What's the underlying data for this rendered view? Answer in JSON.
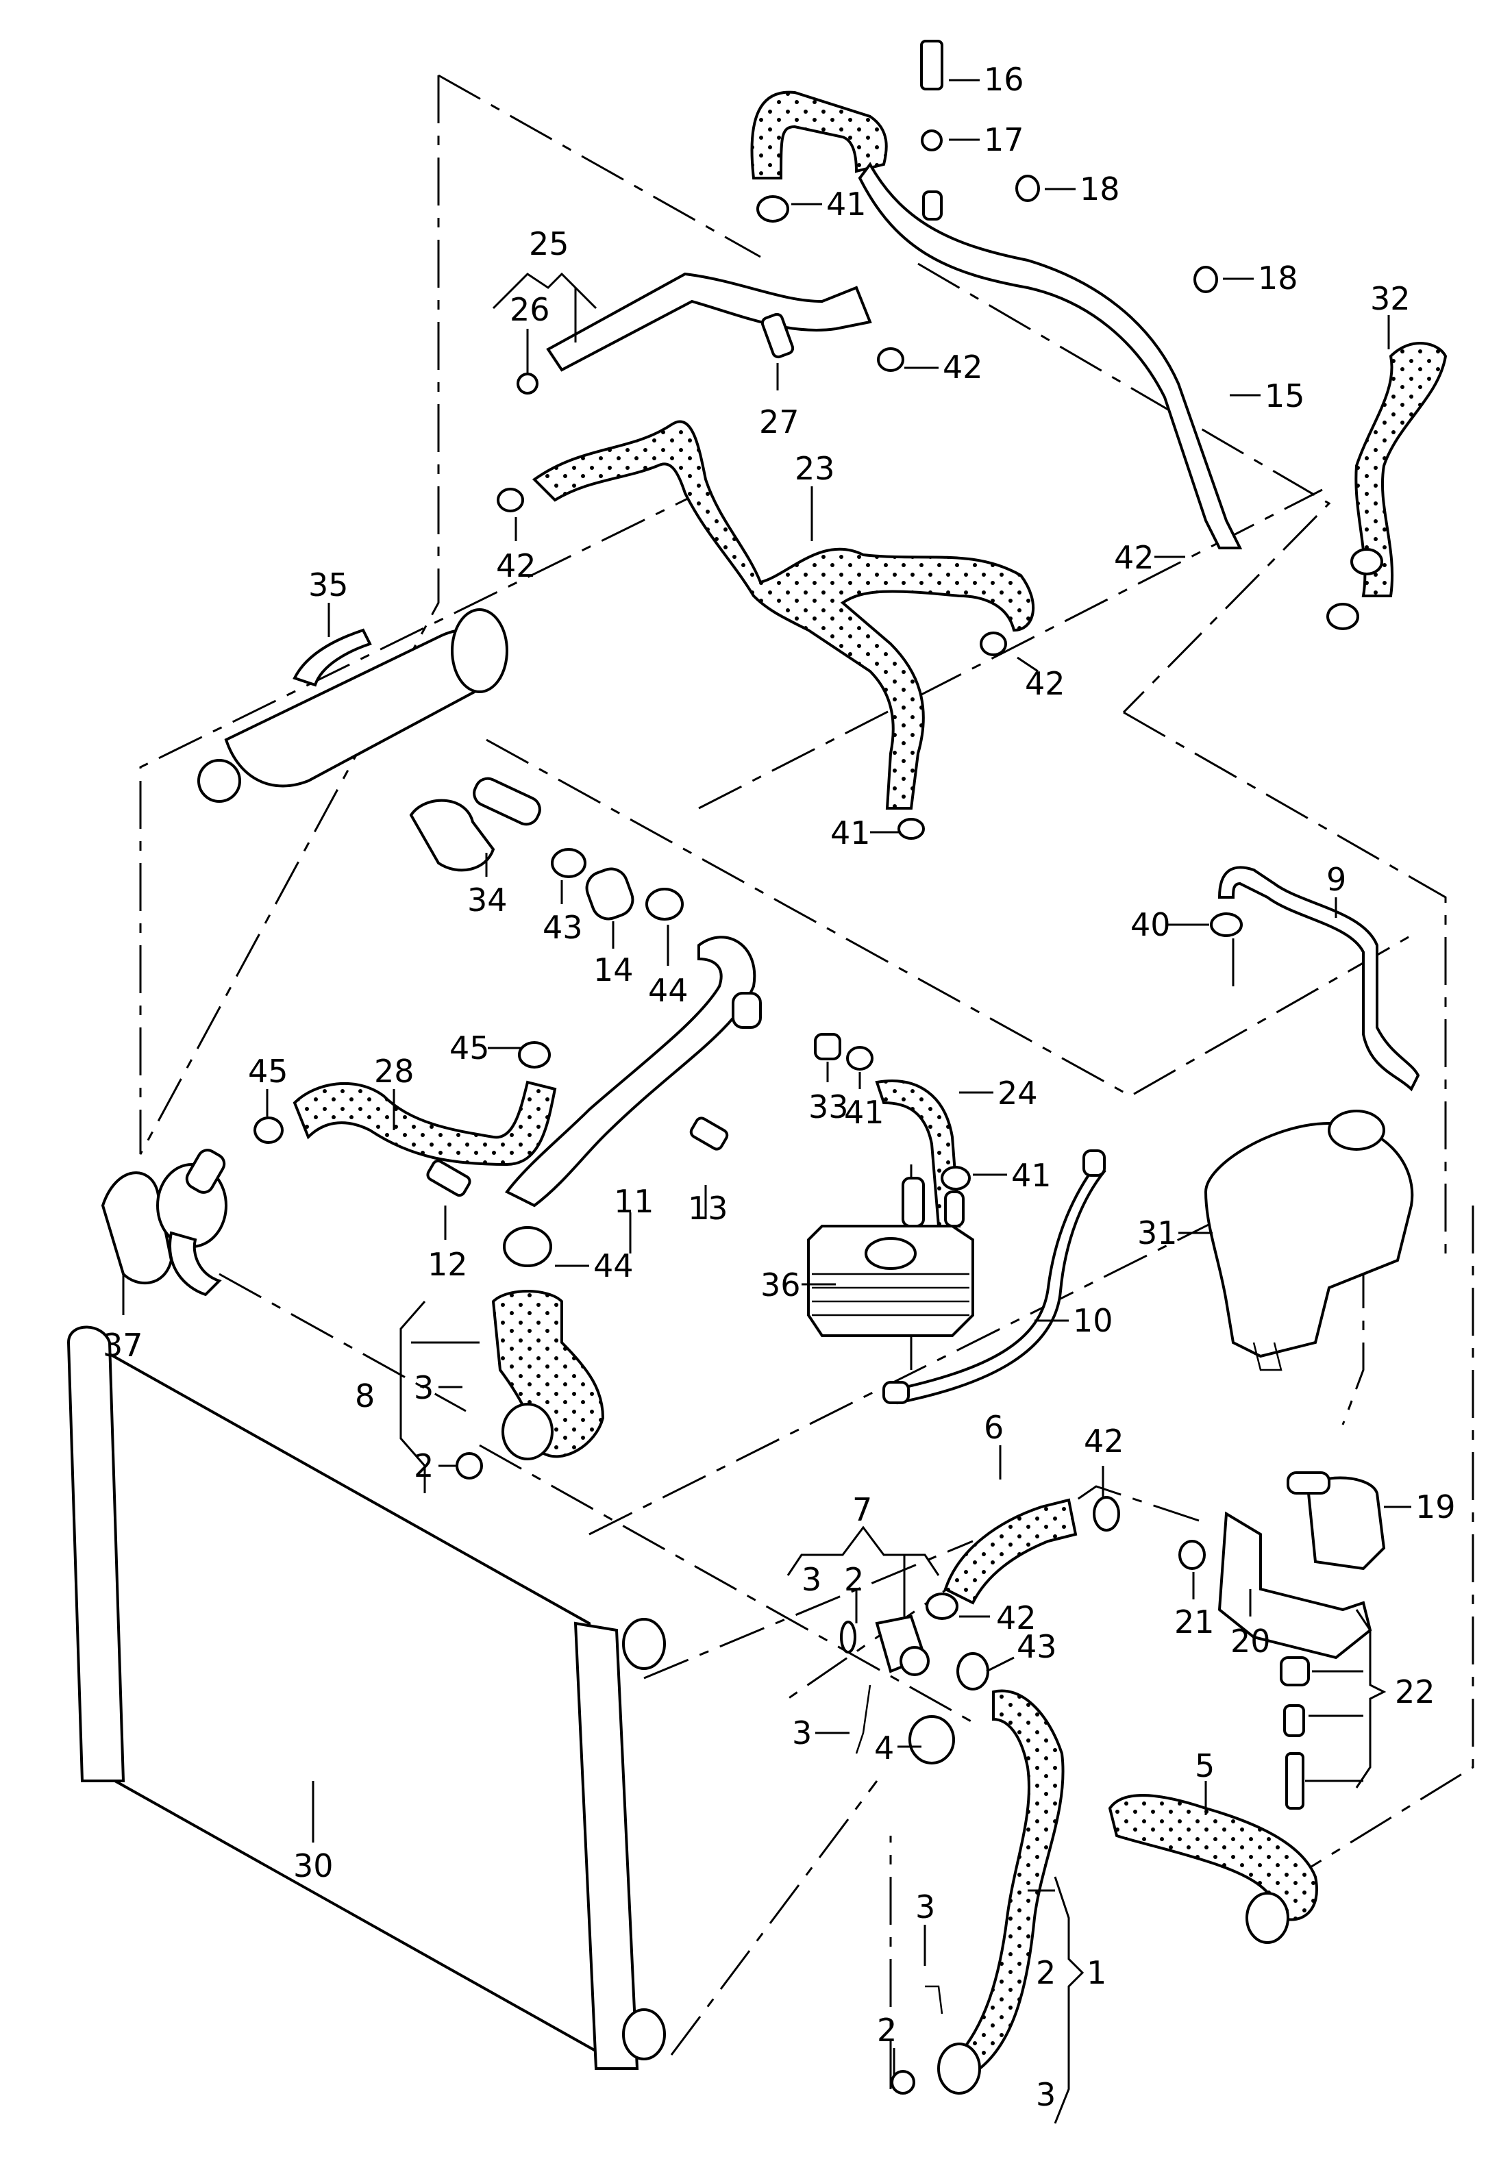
{
  "diagram": {
    "type": "exploded-parts-diagram",
    "subject": "engine cooling system hoses, radiator, coolant reservoir and auxiliary pump",
    "colors": {
      "line": "#000000",
      "background": "#ffffff"
    },
    "callouts": [
      {
        "id": "c16",
        "text": "16"
      },
      {
        "id": "c17",
        "text": "17"
      },
      {
        "id": "c18a",
        "text": "18"
      },
      {
        "id": "c18b",
        "text": "18"
      },
      {
        "id": "c41a",
        "text": "41"
      },
      {
        "id": "c25",
        "text": "25"
      },
      {
        "id": "c26",
        "text": "26"
      },
      {
        "id": "c27",
        "text": "27"
      },
      {
        "id": "c42a",
        "text": "42"
      },
      {
        "id": "c32",
        "text": "32"
      },
      {
        "id": "c15",
        "text": "15"
      },
      {
        "id": "c23",
        "text": "23"
      },
      {
        "id": "c42b",
        "text": "42"
      },
      {
        "id": "c42c",
        "text": "42"
      },
      {
        "id": "c35",
        "text": "35"
      },
      {
        "id": "c42d",
        "text": "42"
      },
      {
        "id": "c41b",
        "text": "41"
      },
      {
        "id": "c34",
        "text": "34"
      },
      {
        "id": "c43a",
        "text": "43"
      },
      {
        "id": "c14",
        "text": "14"
      },
      {
        "id": "c44a",
        "text": "44"
      },
      {
        "id": "c9",
        "text": "9"
      },
      {
        "id": "c40",
        "text": "40"
      },
      {
        "id": "c45a",
        "text": "45"
      },
      {
        "id": "c28",
        "text": "28"
      },
      {
        "id": "c45b",
        "text": "45"
      },
      {
        "id": "c33",
        "text": "33"
      },
      {
        "id": "c41c",
        "text": "41"
      },
      {
        "id": "c24",
        "text": "24"
      },
      {
        "id": "c37",
        "text": "37"
      },
      {
        "id": "c11",
        "text": "11"
      },
      {
        "id": "c13",
        "text": "13"
      },
      {
        "id": "c12",
        "text": "12"
      },
      {
        "id": "c41d",
        "text": "41"
      },
      {
        "id": "c31",
        "text": "31"
      },
      {
        "id": "c36",
        "text": "36"
      },
      {
        "id": "c44b",
        "text": "44"
      },
      {
        "id": "c10",
        "text": "10"
      },
      {
        "id": "c8",
        "text": "8"
      },
      {
        "id": "c3a",
        "text": "3"
      },
      {
        "id": "c2a",
        "text": "2"
      },
      {
        "id": "c6",
        "text": "6"
      },
      {
        "id": "c42e",
        "text": "42"
      },
      {
        "id": "c19",
        "text": "19"
      },
      {
        "id": "c7",
        "text": "7"
      },
      {
        "id": "c3b",
        "text": "3"
      },
      {
        "id": "c2b",
        "text": "2"
      },
      {
        "id": "c42f",
        "text": "42"
      },
      {
        "id": "c21",
        "text": "21"
      },
      {
        "id": "c20",
        "text": "20"
      },
      {
        "id": "c43b",
        "text": "43"
      },
      {
        "id": "c22",
        "text": "22"
      },
      {
        "id": "c3c",
        "text": "3"
      },
      {
        "id": "c5",
        "text": "5"
      },
      {
        "id": "c4",
        "text": "4"
      },
      {
        "id": "c30",
        "text": "30"
      },
      {
        "id": "c3d",
        "text": "3"
      },
      {
        "id": "c2c",
        "text": "2"
      },
      {
        "id": "c1",
        "text": "1"
      },
      {
        "id": "c2d",
        "text": "2"
      },
      {
        "id": "c3e",
        "text": "3"
      }
    ]
  }
}
